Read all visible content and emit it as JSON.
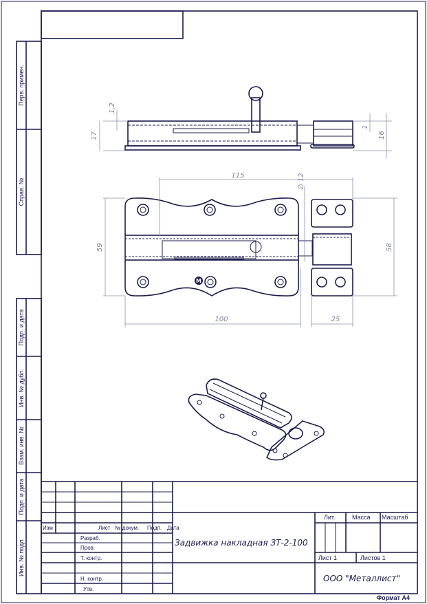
{
  "side_labels": [
    "Перв. примен.",
    "Справ. №",
    "Подп. и дата",
    "Инв. № дубл.",
    "Взам. инв. №",
    "Подп. и дата",
    "Инв. № подл."
  ],
  "dimensions": {
    "side_view": {
      "thickness": "1,2",
      "height": "17",
      "strike_thickness": "1",
      "strike_height": "16"
    },
    "plan_view": {
      "overall_length": "115",
      "bolt_diameter": "∅ 12",
      "plate_height": "59",
      "strike_height": "58",
      "plate_length": "100",
      "strike_length": "25"
    }
  },
  "title_block": {
    "header": {
      "izm": "Изм",
      "list": "Лист",
      "doc_no": "№ докум.",
      "sign": "Подп.",
      "date": "Дата"
    },
    "roles": [
      "Разраб.",
      "Пров.",
      "Т. контр.",
      "",
      "Н. контр.",
      "Утв."
    ],
    "title": "Задвижка накладная ЗТ-2-100",
    "lit": "Лит.",
    "mass": "Масса",
    "scale": "Масштаб",
    "sheet": "Лист 1",
    "sheets": "Листов 1",
    "company": "ООО \"Металлист\"",
    "format": "Формат А4"
  },
  "logo_letter": "M"
}
